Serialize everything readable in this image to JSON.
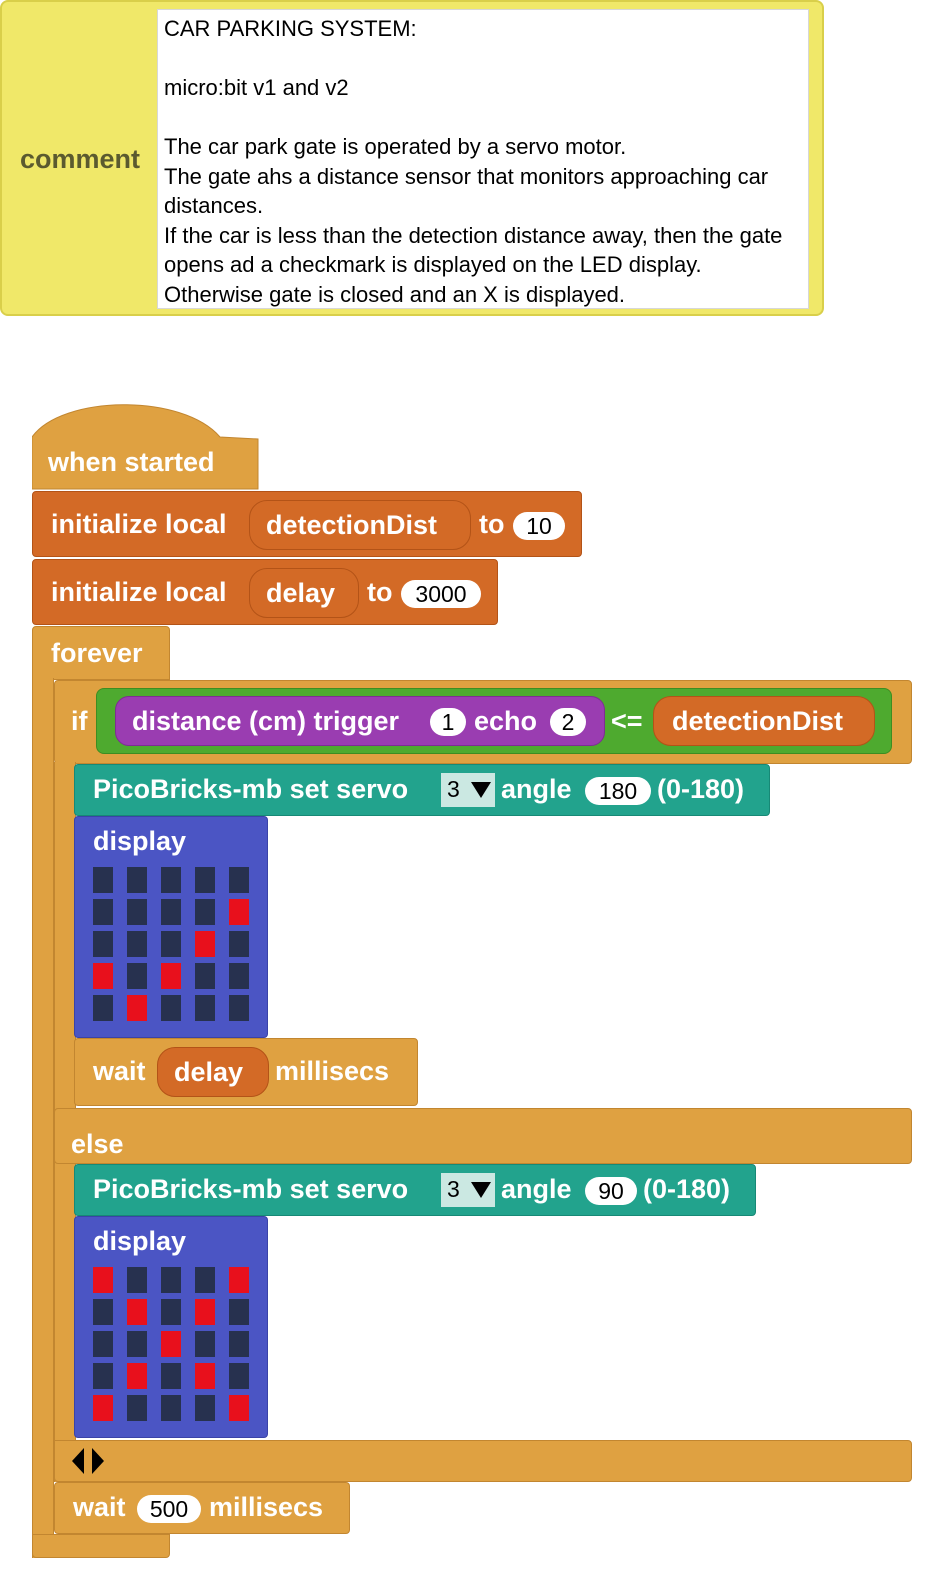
{
  "comment": {
    "label": "comment",
    "text": "CAR PARKING SYSTEM:\n\nmicro:bit v1 and v2\n\nThe car park gate is operated by a servo motor.\nThe gate ahs a distance sensor that monitors approaching car distances.\nIf the car is less than the detection distance away, then the gate opens ad a checkmark is displayed on the LED display. Otherwise gate is closed and an X is displayed."
  },
  "blocks": {
    "when_started": "when started",
    "init1": {
      "label": "initialize local",
      "var": "detectionDist",
      "to": "to",
      "value": "10"
    },
    "init2": {
      "label": "initialize local",
      "var": "delay",
      "to": "to",
      "value": "3000"
    },
    "forever": "forever",
    "if_label": "if",
    "distance": {
      "label": "distance (cm) trigger",
      "trigger": "1",
      "echo_label": "echo",
      "echo": "2"
    },
    "compare_op": "<=",
    "compare_var": "detectionDist",
    "servo1": {
      "label": "PicoBricks-mb set servo",
      "servo": "3",
      "angle_label": "angle",
      "angle": "180",
      "range": "(0-180)"
    },
    "display_label": "display",
    "display1": [
      [
        0,
        0,
        0,
        0,
        0
      ],
      [
        0,
        0,
        0,
        0,
        1
      ],
      [
        0,
        0,
        0,
        1,
        0
      ],
      [
        1,
        0,
        1,
        0,
        0
      ],
      [
        0,
        1,
        0,
        0,
        0
      ]
    ],
    "wait_delay": {
      "label": "wait",
      "var": "delay",
      "unit": "millisecs"
    },
    "else_label": "else",
    "servo2": {
      "label": "PicoBricks-mb set servo",
      "servo": "3",
      "angle_label": "angle",
      "angle": "90",
      "range": "(0-180)"
    },
    "display2": [
      [
        1,
        0,
        0,
        0,
        1
      ],
      [
        0,
        1,
        0,
        1,
        0
      ],
      [
        0,
        0,
        1,
        0,
        0
      ],
      [
        0,
        1,
        0,
        1,
        0
      ],
      [
        1,
        0,
        0,
        0,
        1
      ]
    ],
    "wait500": {
      "label": "wait",
      "value": "500",
      "unit": "millisecs"
    }
  },
  "colors": {
    "comment": "#f0e869",
    "variables": "#d36a26",
    "control": "#dfa141",
    "picobricks": "#22a38d",
    "display": "#4b55c4",
    "sensor": "#9a3db1",
    "logic": "#4eaa2f",
    "led_on": "#e8101c",
    "led_off": "#27314f"
  }
}
